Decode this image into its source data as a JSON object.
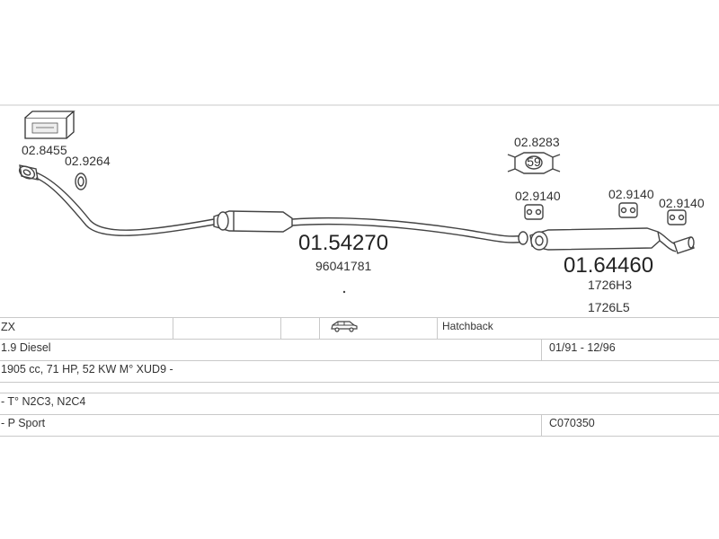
{
  "diagram": {
    "parts": {
      "p1": "02.8455",
      "p2": "02.9264",
      "p3": "02.8283",
      "p3_badge": "59",
      "p4": "02.9140",
      "p5": "02.9140",
      "p6": "02.9140",
      "middle_part": "01.54270",
      "middle_oem": "96041781",
      "rear_part": "01.64460",
      "rear_oem_1": "1726H3",
      "rear_oem_2": "1726L5"
    }
  },
  "table": {
    "model": "ZX",
    "body_icon": "car-icon",
    "body_type": "Hatchback",
    "engine": "1.9 Diesel",
    "years": "01/91 - 12/96",
    "specs": "1905 cc, 71 HP, 52 KW M° XUD9 -",
    "type_codes": "- T° N2C3, N2C4",
    "trim": "- P Sport",
    "ref_code": "C070350"
  }
}
